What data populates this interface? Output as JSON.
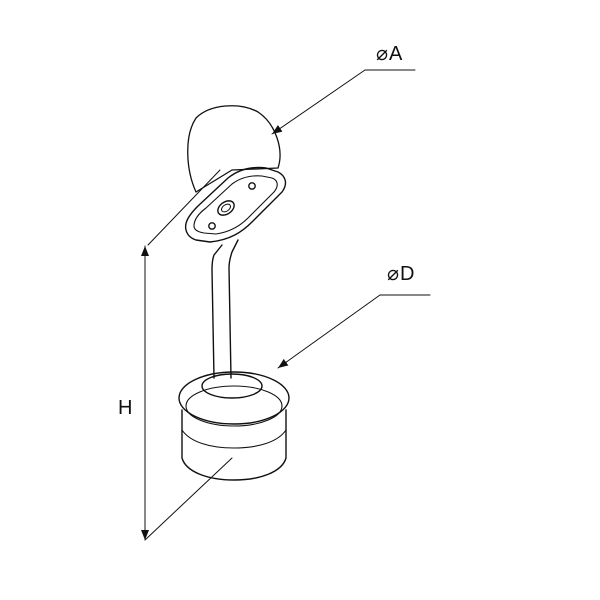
{
  "labels": {
    "diameter_symbol": "⌀",
    "handrail_diameter": "A",
    "post_diameter": "D",
    "height": "H"
  },
  "colors": {
    "line": "#111111",
    "background": "#ffffff"
  }
}
